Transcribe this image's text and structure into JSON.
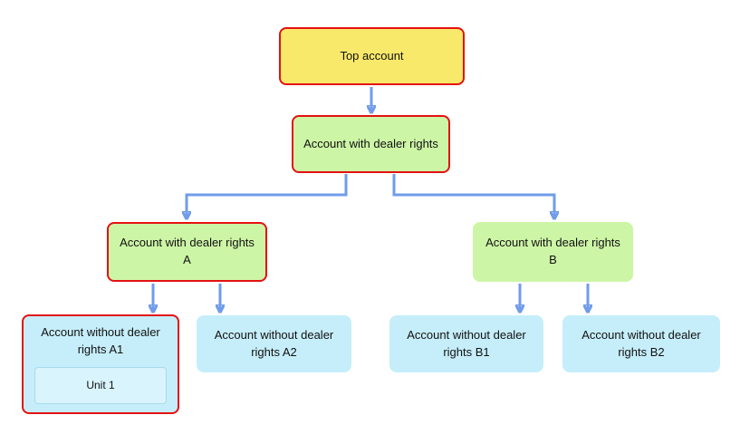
{
  "diagram": {
    "type": "flowchart",
    "background_color": "#ffffff",
    "arrow_color": "#719CEA",
    "highlight_border_color": "#E31212",
    "nodes": {
      "top": {
        "label": "Top account",
        "fill": "#F9E96B",
        "border": "#E31212"
      },
      "dealer": {
        "label": "Account with dealer rights",
        "fill": "#CDF5A6",
        "border": "#E31212"
      },
      "dealer_a": {
        "label": "Account with dealer rights A",
        "fill": "#CDF5A6",
        "border": "#E31212"
      },
      "dealer_b": {
        "label": "Account with dealer rights B",
        "fill": "#CDF5A6",
        "border": "none"
      },
      "a1": {
        "label": "Account without dealer rights A1",
        "fill": "#C6EEFA",
        "border": "#E31212",
        "unit": {
          "label": "Unit 1",
          "fill": "#D9F4FC",
          "border": "#A6DCEA"
        }
      },
      "a2": {
        "label": "Account without dealer rights A2",
        "fill": "#C6EEFA",
        "border": "none"
      },
      "b1": {
        "label": "Account without dealer rights B1",
        "fill": "#C6EEFA",
        "border": "none"
      },
      "b2": {
        "label": "Account without dealer rights B2",
        "fill": "#C6EEFA",
        "border": "none"
      }
    },
    "edges": [
      {
        "from": "top",
        "to": "dealer"
      },
      {
        "from": "dealer",
        "to": "dealer_a"
      },
      {
        "from": "dealer",
        "to": "dealer_b"
      },
      {
        "from": "dealer_a",
        "to": "a1"
      },
      {
        "from": "dealer_a",
        "to": "a2"
      },
      {
        "from": "dealer_b",
        "to": "b1"
      },
      {
        "from": "dealer_b",
        "to": "b2"
      }
    ]
  }
}
